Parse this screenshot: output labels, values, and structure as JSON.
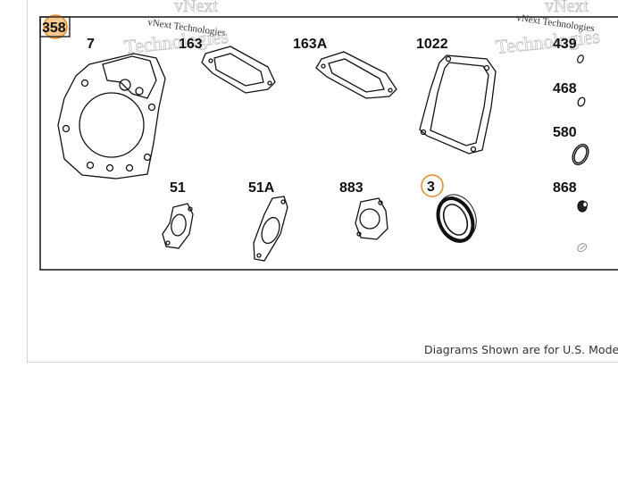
{
  "kit_label": "358",
  "parts": [
    {
      "id": "p7",
      "label": "7"
    },
    {
      "id": "p163",
      "label": "163"
    },
    {
      "id": "p163a",
      "label": "163A"
    },
    {
      "id": "p1022",
      "label": "1022"
    },
    {
      "id": "p439",
      "label": "439"
    },
    {
      "id": "p468",
      "label": "468"
    },
    {
      "id": "p580",
      "label": "580"
    },
    {
      "id": "p51",
      "label": "51"
    },
    {
      "id": "p51a",
      "label": "51A"
    },
    {
      "id": "p883",
      "label": "883"
    },
    {
      "id": "p3",
      "label": "3"
    },
    {
      "id": "p868",
      "label": "868"
    }
  ],
  "watermark": {
    "line1": "vNext",
    "line2": "Technologies",
    "small": "vNext Technologies"
  },
  "footer_note": "Diagrams Shown are for U.S. Models"
}
